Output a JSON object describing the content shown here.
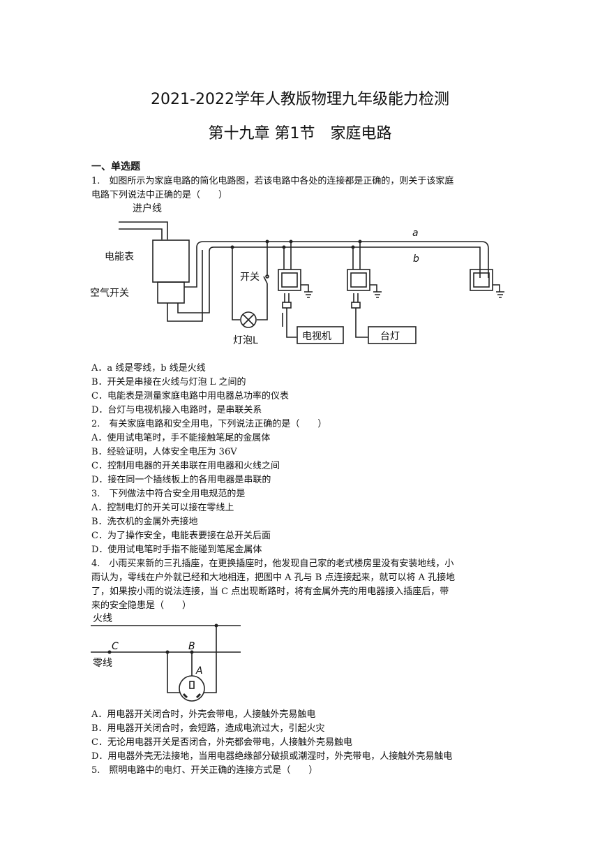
{
  "header": {
    "title": "2021-2022学年人教版物理九年级能力检测",
    "subtitle": "第十九章 第1节　家庭电路"
  },
  "section": "一、单选题",
  "q1": {
    "stem_line1": "1.　如图所示为家庭电路的简化电路图，若该电路中各处的连接都是正确的，则关于该家庭",
    "stem_line2": "电路下列说法中正确的是（　　）",
    "figure": {
      "label_entry": "进户线",
      "label_meter": "电能表",
      "label_breaker": "空气开关",
      "label_switch": "开关",
      "label_bulb": "灯泡L",
      "label_tv": "电视机",
      "label_lamp": "台灯",
      "label_a": "a",
      "label_b": "b"
    },
    "options": [
      "A．a 线是零线，b 线是火线",
      "B．开关是串接在火线与灯泡 L 之间的",
      "C．电能表是测量家庭电路中用电器总功率的仪表",
      "D．台灯与电视机接入电路时，是串联关系"
    ]
  },
  "q2": {
    "stem": "2.　有关家庭电路和安全用电，下列说法正确的是（　　）",
    "options": [
      "A．使用试电笔时，手不能接触笔尾的金属体",
      "B．经验证明，人体安全电压为 36V",
      "C．控制用电器的开关串联在用电器和火线之间",
      "D．接在同一个插线板上的各用电器是串联的"
    ]
  },
  "q3": {
    "stem": "3.　下列做法中符合安全用电规范的是",
    "options": [
      "A．控制电灯的开关可以接在零线上",
      "B．洗衣机的金属外壳接地",
      "C．为了操作安全，电能表要接在总开关后面",
      "D．使用试电笔时手指不能碰到笔尾金属体"
    ]
  },
  "q4": {
    "stem_line1": "4.　小雨买来新的三孔插座，在更换插座时，他发现自己家的老式楼房里没有安装地线，小",
    "stem_line2": "雨认为，零线在户外就已经和大地相连，把图中 A 孔与 B 点连接起来，就可以将 A 孔接地",
    "stem_line3": "了，如果按小雨的说法连接，当 C 点出现断路时，将有金属外壳的用电器接入插座后，带",
    "stem_line4": "来的安全隐患是（　　）",
    "figure": {
      "label_live": "火线",
      "label_neutral": "零线",
      "label_A": "A",
      "label_B": "B",
      "label_C": "C"
    },
    "options": [
      "A．用电器开关闭合时，外壳会带电，人接触外壳易触电",
      "B．用电器开关闭合时，会短路，造成电流过大，引起火灾",
      "C．无论用电器开关是否闭合，外壳都会带电，人接触外壳易触电",
      "D．用电器外壳无法接地，当用电器绝缘部分破损或潮湿时，外壳带电，人接触外壳易触电"
    ]
  },
  "q5": {
    "stem": "5.　照明电路中的电灯、开关正确的连接方式是（　　）"
  }
}
